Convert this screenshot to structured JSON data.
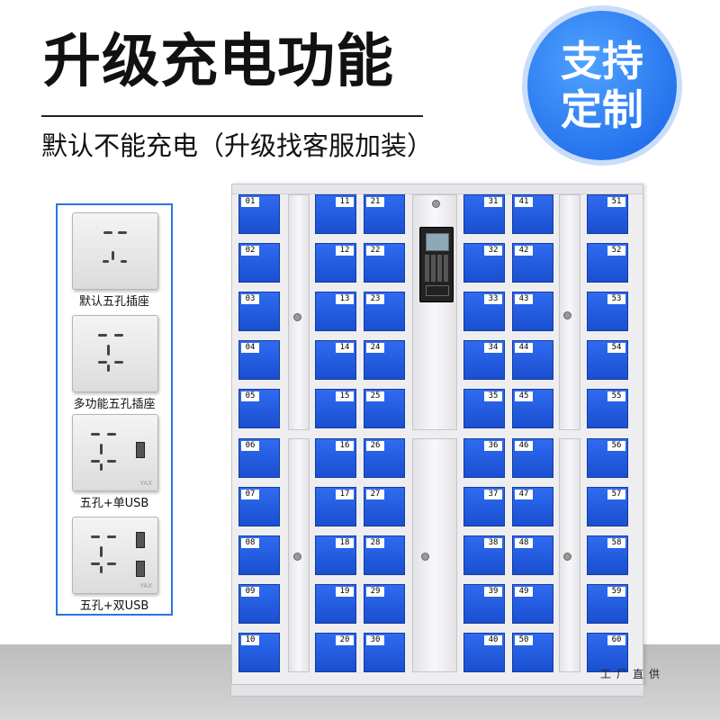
{
  "title": "升级充电功能",
  "subtitle": "默认不能充电（升级找客服加装）",
  "badge": "支持定制",
  "sockets": [
    {
      "label": "默认五孔插座",
      "usb": 0
    },
    {
      "label": "多功能五孔插座",
      "usb": 0
    },
    {
      "label": "五孔+单USB",
      "usb": 1
    },
    {
      "label": "五孔+双USB",
      "usb": 2
    }
  ],
  "socket_brand": "YAX",
  "corner_text": "工厂直供",
  "colors": {
    "door": "#1f56d8",
    "badge": "#2a7ef0",
    "panel_border": "#2a74e6"
  },
  "cabinet": {
    "columns": [
      {
        "numbers": [
          "01",
          "02",
          "03",
          "04",
          "05",
          "06",
          "07",
          "08",
          "09",
          "10"
        ],
        "label_side": "left"
      },
      {
        "numbers": [
          "11",
          "12",
          "13",
          "14",
          "15",
          "16",
          "17",
          "18",
          "19",
          "20"
        ],
        "label_side": "right"
      },
      {
        "numbers": [
          "21",
          "22",
          "23",
          "24",
          "25",
          "26",
          "27",
          "28",
          "29",
          "30"
        ],
        "label_side": "left"
      },
      {
        "numbers": [
          "31",
          "32",
          "33",
          "34",
          "35",
          "36",
          "37",
          "38",
          "39",
          "40"
        ],
        "label_side": "right"
      },
      {
        "numbers": [
          "41",
          "42",
          "43",
          "44",
          "45",
          "46",
          "47",
          "48",
          "49",
          "50"
        ],
        "label_side": "left"
      },
      {
        "numbers": [
          "51",
          "52",
          "53",
          "54",
          "55",
          "56",
          "57",
          "58",
          "59",
          "60"
        ],
        "label_side": "right"
      }
    ]
  }
}
